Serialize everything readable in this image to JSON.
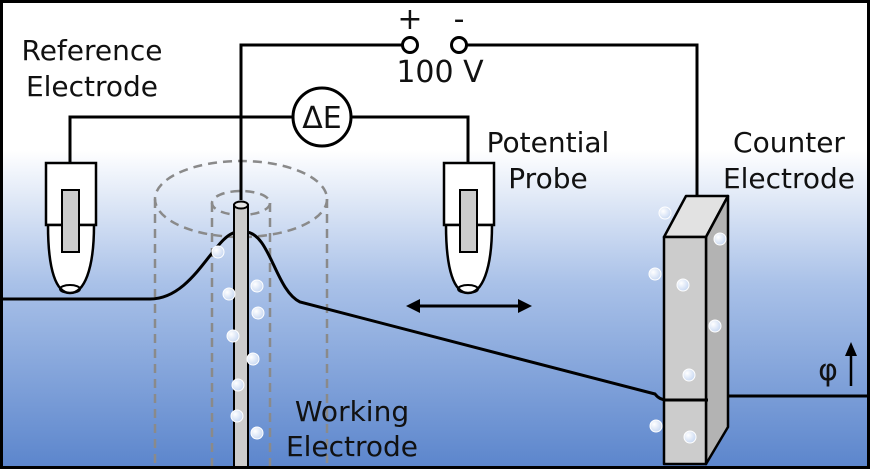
{
  "labels": {
    "reference_line1": "Reference",
    "reference_line2": "Electrode",
    "plus": "+",
    "minus": "-",
    "voltage": "100 V",
    "voltmeter": "ΔE",
    "probe_line1": "Potential",
    "probe_line2": "Probe",
    "counter_line1": "Counter",
    "counter_line2": "Electrode",
    "working_line1": "Working",
    "working_line2": "Electrode",
    "phi": "φ"
  },
  "colors": {
    "water_top": "#ffffff",
    "water_mid": "#a9c1e8",
    "water_bottom": "#5b85cc",
    "electrode_fill": "#cccccc",
    "wire": "#000000",
    "dashed": "#8a8a8a",
    "bubble": "#e9f1ff"
  }
}
